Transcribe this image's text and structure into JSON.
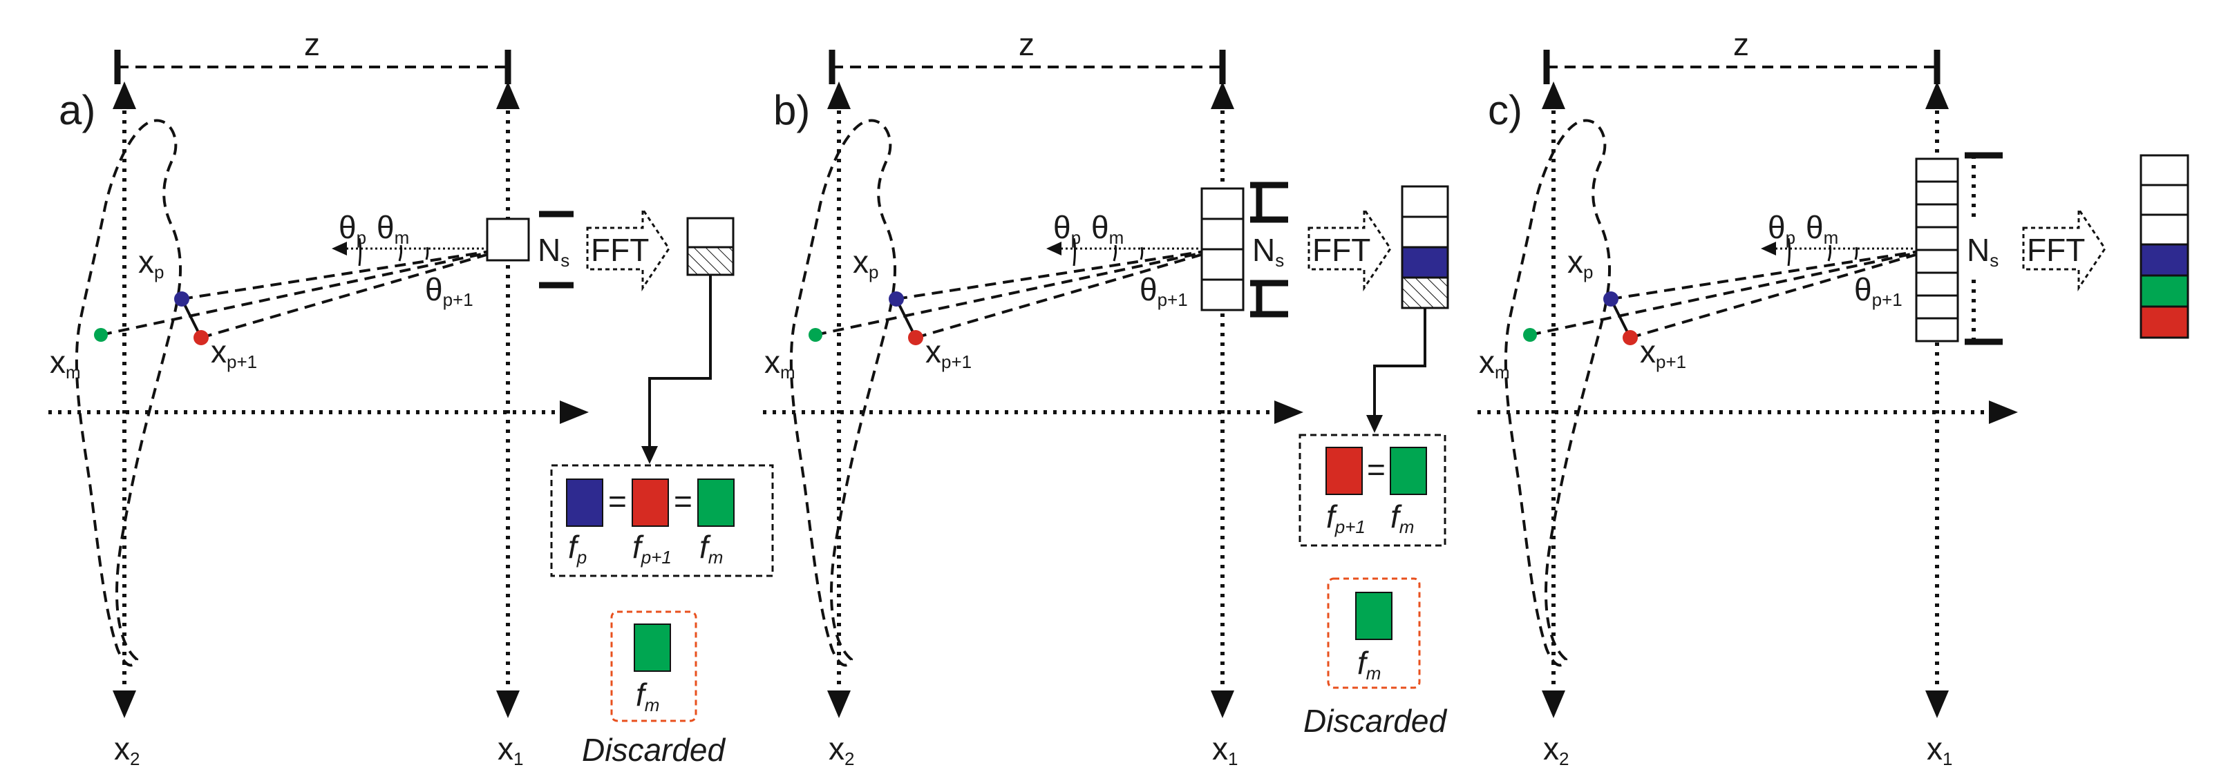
{
  "colors": {
    "blue": "#2e2a90",
    "red": "#d62b22",
    "green": "#00a651",
    "discard_border": "#e8501e"
  },
  "panels": [
    {
      "letter": "a)",
      "z": "z",
      "x1": "x",
      "x1_sub": "1",
      "x2": "x",
      "x2_sub": "2",
      "xp": "x",
      "xp_sub": "p",
      "xp1": "x",
      "xp1_sub": "p+1",
      "xm": "x",
      "xm_sub": "m",
      "theta_p": "θ",
      "theta_p_sub": "p",
      "theta_m": "θ",
      "theta_m_sub": "m",
      "theta_p1": "θ",
      "theta_p1_sub": "p+1",
      "ns": "N",
      "ns_sub": "s",
      "fft": "FFT",
      "freq_labels": [
        {
          "f": "f",
          "sub": "p"
        },
        {
          "f": "f",
          "sub": "p+1"
        },
        {
          "f": "f",
          "sub": "m"
        }
      ],
      "equals": "=",
      "discard_label": {
        "f": "f",
        "sub": "m"
      },
      "discarded": "Discarded"
    },
    {
      "letter": "b)",
      "z": "z",
      "x1": "x",
      "x1_sub": "1",
      "x2": "x",
      "x2_sub": "2",
      "xp": "x",
      "xp_sub": "p",
      "xp1": "x",
      "xp1_sub": "p+1",
      "xm": "x",
      "xm_sub": "m",
      "theta_p": "θ",
      "theta_p_sub": "p",
      "theta_m": "θ",
      "theta_m_sub": "m",
      "theta_p1": "θ",
      "theta_p1_sub": "p+1",
      "ns": "N",
      "ns_sub": "s",
      "fft": "FFT",
      "freq_labels": [
        {
          "f": "f",
          "sub": "p+1"
        },
        {
          "f": "f",
          "sub": "m"
        }
      ],
      "equals": "=",
      "discard_label": {
        "f": "f",
        "sub": "m"
      },
      "discarded": "Discarded"
    },
    {
      "letter": "c)",
      "z": "z",
      "x1": "x",
      "x1_sub": "1",
      "x2": "x",
      "x2_sub": "2",
      "xp": "x",
      "xp_sub": "p",
      "xp1": "x",
      "xp1_sub": "p+1",
      "xm": "x",
      "xm_sub": "m",
      "theta_p": "θ",
      "theta_p_sub": "p",
      "theta_m": "θ",
      "theta_m_sub": "m",
      "theta_p1": "θ",
      "theta_p1_sub": "p+1",
      "ns": "N",
      "ns_sub": "s",
      "fft": "FFT"
    }
  ]
}
